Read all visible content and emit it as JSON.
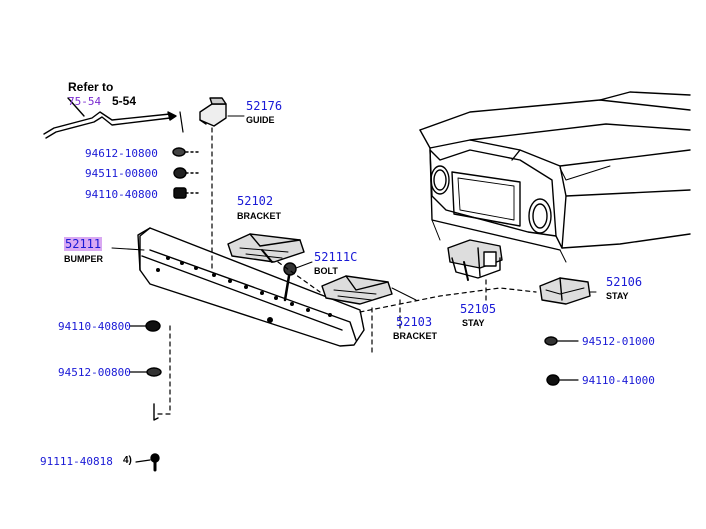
{
  "diagram": {
    "refer": {
      "text": "Refer to",
      "code": "75-54",
      "page": "5-54"
    },
    "parts": [
      {
        "id": "p52176",
        "number": "52176",
        "name": "GUIDE"
      },
      {
        "id": "p94612",
        "number": "94612-10800"
      },
      {
        "id": "p94511",
        "number": "94511-00800"
      },
      {
        "id": "p94110a",
        "number": "94110-40800"
      },
      {
        "id": "p52102",
        "number": "52102",
        "name": "BRACKET"
      },
      {
        "id": "p52111",
        "number": "52111",
        "name": "BUMPER"
      },
      {
        "id": "p52111c",
        "number": "52111C",
        "name": "BOLT"
      },
      {
        "id": "p52103",
        "number": "52103",
        "name": "BRACKET"
      },
      {
        "id": "p52105",
        "number": "52105",
        "name": "STAY"
      },
      {
        "id": "p52106",
        "number": "52106",
        "name": "STAY"
      },
      {
        "id": "p94110b",
        "number": "94110-40800"
      },
      {
        "id": "p94512a",
        "number": "94512-00800"
      },
      {
        "id": "p94512b",
        "number": "94512-01000"
      },
      {
        "id": "p94110c",
        "number": "94110-41000"
      },
      {
        "id": "p91111",
        "number": "91111-40818",
        "qty": "4)"
      }
    ]
  }
}
